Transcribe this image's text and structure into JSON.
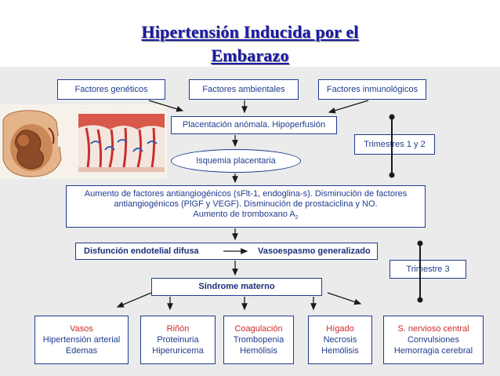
{
  "title": {
    "line1": "Hipertensión Inducida por el",
    "line2": "Embarazo"
  },
  "factors": {
    "genetic": "Factores genéticos",
    "environmental": "Factores ambientales",
    "immunological": "Factores inmunológicos"
  },
  "placentation": "Placentación anómala. Hipoperfusión",
  "ischemia": "Isquemia placentaria",
  "trimesters_1_2": "Trimestres 1 y 2",
  "trimester_3": "Trimestre 3",
  "factors_text": {
    "line1": "Aumento de factores antiangiogénicos (sFlt-1, endoglina-s). Disminución de factores",
    "line2": "antiangiogénicos (PlGF y VEGF). Disminución de prostaciclina y NO.",
    "line3": "Aumento de tromboxano A",
    "sub": "2"
  },
  "dysfunction": "Disfunción endotelial difusa",
  "vasospasm": "Vasoespasmo generalizado",
  "syndrome": "Síndrome materno",
  "organs": [
    {
      "title": "Vasos",
      "lines": [
        "Hipertensión arterial",
        "Edemas"
      ]
    },
    {
      "title": "Riñón",
      "lines": [
        "Proteinuria",
        "Hiperuricema"
      ]
    },
    {
      "title": "Coagulación",
      "lines": [
        "Trombopenia",
        "Hemólisis"
      ]
    },
    {
      "title": "Hígado",
      "lines": [
        "Necrosis",
        "Hemólisis"
      ]
    },
    {
      "title": "S. nervioso central",
      "lines": [
        "Convulsiones",
        "Hemorragia cerebral"
      ]
    }
  ],
  "colors": {
    "title": "#1a1aa8",
    "box_border": "#1f3b8f",
    "organ_title": "#cc2b2b",
    "panel": "#ebebeb"
  }
}
